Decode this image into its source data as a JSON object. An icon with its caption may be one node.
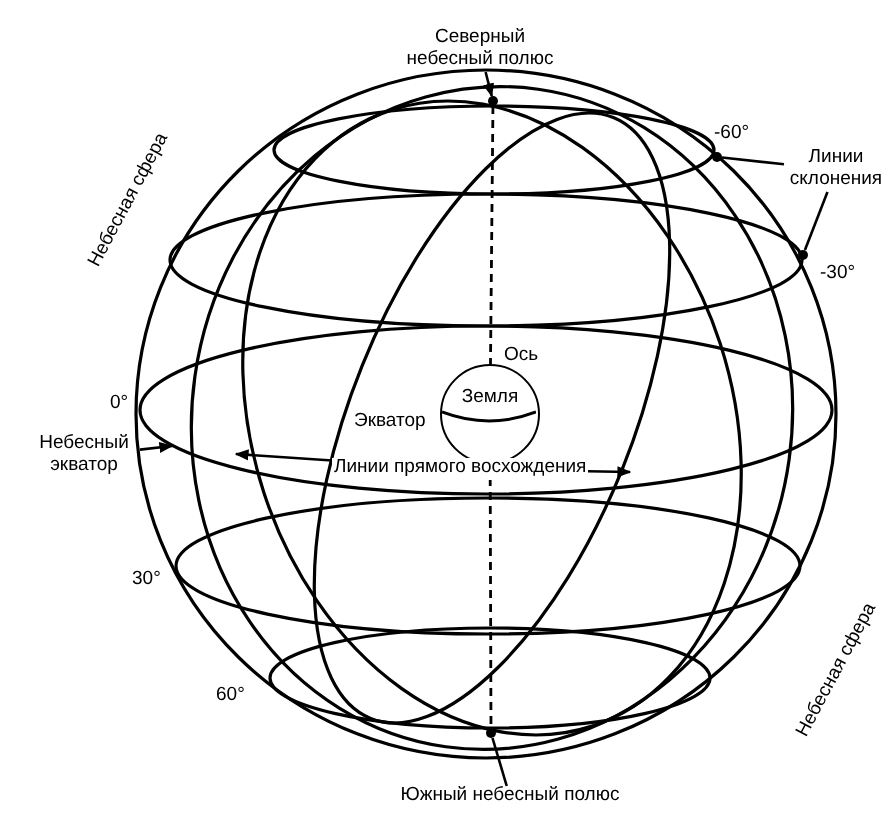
{
  "diagram": {
    "nodes": [
      {
        "text": [
          "Северный небесный полюс"
        ]
      },
      {
        "text": [],
        "shape": "circle"
      },
      {
        "text": [
          "Линии склонения"
        ]
      },
      {
        "text": [
          "Земля"
        ]
      },
      {
        "text": [
          "Небесный экватор"
        ]
      },
      {
        "text": [
          "Линии прямого восхождения"
        ]
      },
      {
        "text": [],
        "shape": "circle"
      },
      {
        "text": [
          "Южный небесный полюс"
        ]
      },
      {
        "text": [],
        "shape": "circle"
      },
      {
        "text": [],
        "shape": "circle"
      }
    ],
    "edges": [
      {
        "from": 0,
        "to": 1,
        "arrow": "to"
      },
      {
        "from": 2,
        "to": 8,
        "arrow": "none"
      },
      {
        "from": 2,
        "to": 9,
        "arrow": "none"
      },
      {
        "from": 4,
        "to": null,
        "arrow": "to"
      },
      {
        "from": 5,
        "to": null,
        "arrow": "to"
      },
      {
        "from": 5,
        "to": null,
        "arrow": "to"
      },
      {
        "from": 7,
        "to": 6,
        "arrow": "none"
      },
      {
        "from": 1,
        "to": 3,
        "arrow": "none",
        "style": "dashed"
      },
      {
        "from": 3,
        "to": 6,
        "arrow": "none",
        "style": "dashed"
      }
    ],
    "labels": [
      "Небесная сфера",
      "-60°",
      "-30°",
      "0°",
      "Ось",
      "Экватор",
      "30°",
      "60°",
      "Небесная сфера"
    ]
  }
}
